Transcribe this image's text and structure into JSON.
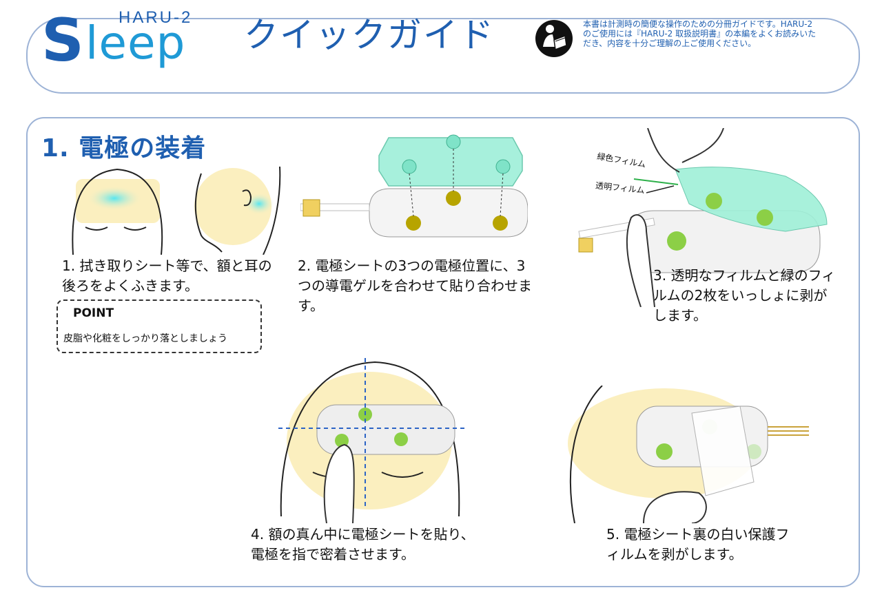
{
  "header": {
    "logo_sup": "HARU-2",
    "logo_s": "S",
    "logo_rest": "leep",
    "title": "クイックガイド",
    "notice": "本書は計測時の簡便な操作のための分冊ガイドです。HARU-2のご使用には『HARU-2 取扱説明書』の本編をよくお読みいただき、内容を十分ご理解の上ご使用ください。",
    "manual_icon": "read-manual-icon"
  },
  "section": {
    "title": "1. 電極の装着"
  },
  "steps": [
    {
      "caption": "1. 拭き取りシート等で、額と耳の後ろをよくふきます。"
    },
    {
      "caption": "2. 電極シートの3つの電極位置に、3つの導電ゲルを合わせて貼り合わせます。"
    },
    {
      "caption": "3. 透明なフィルムと緑のフィルムの2枚をいっしょに剥がします。",
      "labels": {
        "green_film": "緑色フィルム",
        "clear_film": "透明フィルム"
      }
    },
    {
      "caption": "4. 額の真ん中に電極シートを貼り、電極を指で密着させます。"
    },
    {
      "caption": "5. 電極シート裏の白い保護フィルムを剥がします。"
    }
  ],
  "point": {
    "title": "POINT",
    "text": "皮脂や化粧をしっかり落としましょう"
  },
  "colors": {
    "brand_blue": "#1f5fb0",
    "light_blue": "#1f9ad6",
    "border": "#9db3d6",
    "skin": "#fbefbf",
    "gel": "#7fe3c8",
    "electrode": "#b7a400"
  }
}
